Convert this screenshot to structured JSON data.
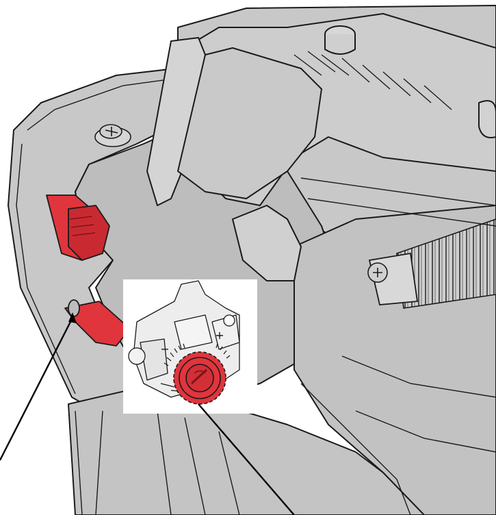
{
  "diagram": {
    "colors": {
      "body_fill": "#c8c8c8",
      "body_light": "#d9d9d9",
      "body_dark": "#a9a9a9",
      "outline": "#1a1a1a",
      "highlight_red": "#e0353d",
      "inset_bg": "#ffffff"
    },
    "parts": [
      {
        "id": "printer-body",
        "label": ""
      },
      {
        "id": "print-head-assembly",
        "label": ""
      },
      {
        "id": "red-lever-latch",
        "label": ""
      },
      {
        "id": "red-adjustment-dial",
        "label": ""
      },
      {
        "id": "pointer-arrow-left",
        "label": ""
      },
      {
        "id": "pointer-arrow-bottom",
        "label": ""
      }
    ]
  }
}
